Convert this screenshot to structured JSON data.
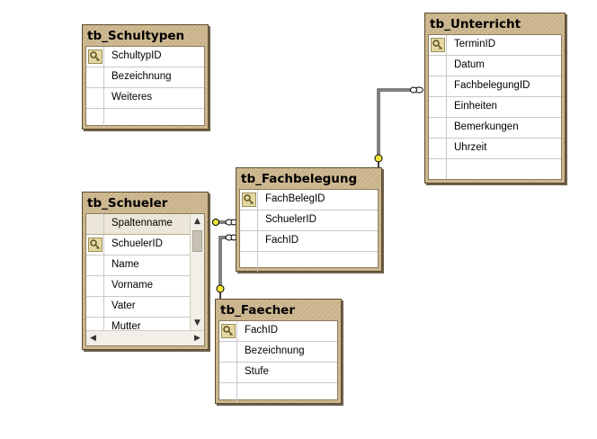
{
  "tables": {
    "schultypen": {
      "name": "tb_Schultypen",
      "columns": [
        {
          "name": "SchultypID",
          "key": true
        },
        {
          "name": "Bezeichnung",
          "key": false
        },
        {
          "name": "Weiteres",
          "key": false
        }
      ]
    },
    "unterricht": {
      "name": "tb_Unterricht",
      "columns": [
        {
          "name": "TerminID",
          "key": true
        },
        {
          "name": "Datum",
          "key": false
        },
        {
          "name": "FachbelegungID",
          "key": false
        },
        {
          "name": "Einheiten",
          "key": false
        },
        {
          "name": "Bemerkungen",
          "key": false
        },
        {
          "name": "Uhrzeit",
          "key": false
        }
      ]
    },
    "fachbelegung": {
      "name": "tb_Fachbelegung",
      "columns": [
        {
          "name": "FachBelegID",
          "key": true
        },
        {
          "name": "SchuelerID",
          "key": false
        },
        {
          "name": "FachID",
          "key": false
        }
      ]
    },
    "schueler": {
      "name": "tb_Schueler",
      "header": "Spaltenname",
      "columns": [
        {
          "name": "SchuelerID",
          "key": true
        },
        {
          "name": "Name",
          "key": false
        },
        {
          "name": "Vorname",
          "key": false
        },
        {
          "name": "Vater",
          "key": false
        },
        {
          "name": "Mutter",
          "key": false
        }
      ]
    },
    "faecher": {
      "name": "tb_Faecher",
      "columns": [
        {
          "name": "FachID",
          "key": true
        },
        {
          "name": "Bezeichnung",
          "key": false
        },
        {
          "name": "Stufe",
          "key": false
        }
      ]
    }
  },
  "relationships": [
    {
      "from": "tb_Fachbelegung",
      "to": "tb_Unterricht"
    },
    {
      "from": "tb_Schueler",
      "to": "tb_Fachbelegung"
    },
    {
      "from": "tb_Faecher",
      "to": "tb_Fachbelegung"
    }
  ]
}
